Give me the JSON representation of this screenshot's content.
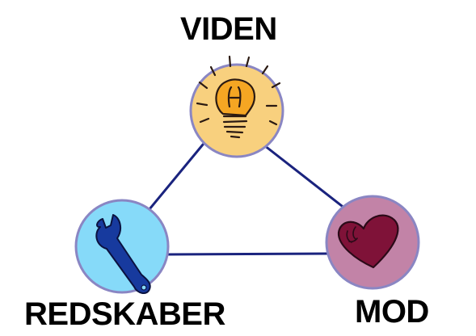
{
  "diagram": {
    "nodes": {
      "knowledge": {
        "label": "VIDEN",
        "icon": "lightbulb-icon",
        "fill": "#f8d07e"
      },
      "tools": {
        "label": "REDSKABER",
        "icon": "wrench-icon",
        "fill": "#86daf9"
      },
      "courage": {
        "label": "MOD",
        "icon": "heart-icon",
        "fill": "#c283a7"
      }
    },
    "colors": {
      "edge": "#1a237e",
      "node_border": "#8a86c3",
      "icon_outline": "#2b1a12",
      "wrench": "#173a9e",
      "heart": "#7f1238"
    }
  }
}
